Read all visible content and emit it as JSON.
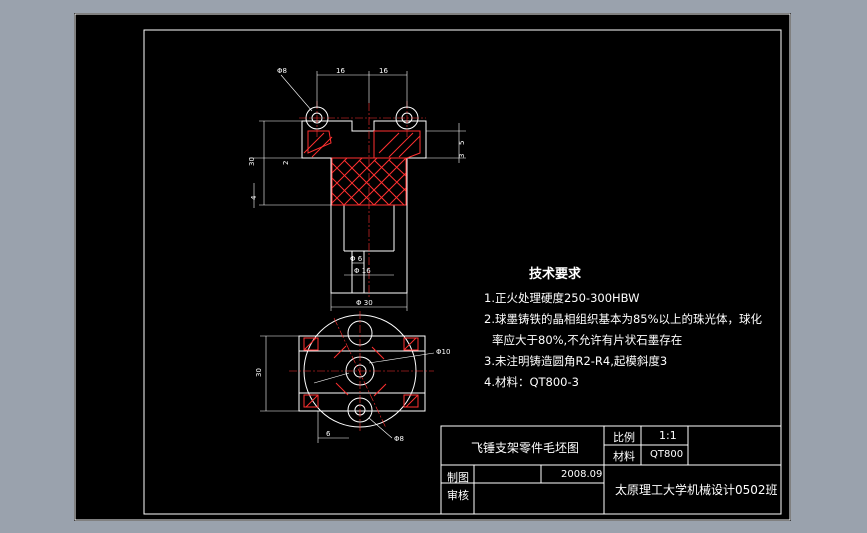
{
  "colors": {
    "background": "#9aa2ad",
    "sheet": "#000000",
    "line": "#ffffff",
    "hatch": "#ff3030",
    "dimension": "#ffffff"
  },
  "dimensions": {
    "top_left": "16",
    "top_right": "16",
    "hole_callout": "Φ8",
    "height_overall": "30",
    "h_small_1": "2",
    "h_small_2": "4",
    "h_right_1": "5",
    "h_right_2": "3",
    "bottom_1": "Φ 6",
    "bottom_2": "Φ 16",
    "bottom_3": "Φ 30",
    "plan_dia_1": "Φ10",
    "plan_dia_2": "Φ8",
    "plan_height": "30",
    "plan_bottom": "6"
  },
  "tech_requirements": {
    "title": "技术要求",
    "lines": [
      "1.正火处理硬度250-300HBW",
      "2.球墨铸铁的晶相组织基本为85%以上的珠光体，球化",
      "率应大于80%,不允许有片状石墨存在",
      "3.未注明铸造圆角R2-R4,起模斜度3",
      "4.材料：QT800-3"
    ]
  },
  "title_block": {
    "part_name": "飞锤支架零件毛坯图",
    "scale_label": "比例",
    "scale_value": "1:1",
    "material_label": "材料",
    "material_value": "QT800",
    "drawn_label": "制图",
    "checked_label": "审核",
    "date": "2008.09",
    "school": "太原理工大学机械设计0502班"
  }
}
